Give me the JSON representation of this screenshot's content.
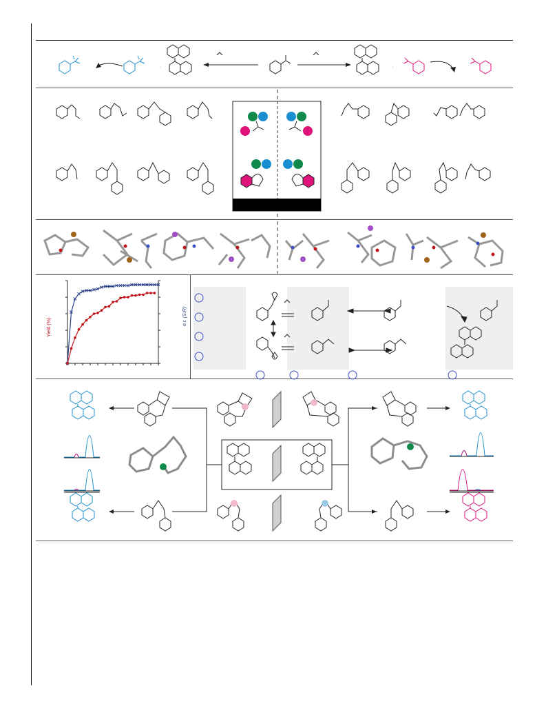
{
  "figure": {
    "axis_labels": {
      "left_y": "Yield (%)",
      "right_y": "e.r. (S:R)"
    }
  },
  "colors": {
    "blue": "#1a8fd0",
    "pink": "#e0137b",
    "green": "#0f8a4a",
    "dark_red": "#c0141c",
    "navy": "#2a3f8c",
    "grey_ball": "#9a9a9a",
    "bronze": "#a0651a",
    "purple": "#a54fc6",
    "black_bar": "#000000",
    "panel_grey": "#efefef"
  },
  "chart_data": {
    "type": "line",
    "title": "",
    "xlabel": "",
    "ylabel": "Yield (%)",
    "y2label": "e.r. (S:R)",
    "series": [
      {
        "values": [
          [
            0,
            0
          ],
          [
            1,
            62
          ],
          [
            2,
            78
          ],
          [
            3,
            84
          ],
          [
            4,
            87
          ],
          [
            5,
            88
          ],
          [
            6,
            88
          ],
          [
            7,
            89
          ],
          [
            8,
            90
          ],
          [
            9,
            92
          ],
          [
            10,
            93
          ],
          [
            11,
            93
          ],
          [
            12,
            93
          ],
          [
            13,
            94
          ],
          [
            14,
            94
          ],
          [
            15,
            94
          ],
          [
            16,
            94
          ],
          [
            17,
            95
          ],
          [
            18,
            95
          ],
          [
            19,
            95
          ],
          [
            20,
            95
          ],
          [
            21,
            95
          ],
          [
            22,
            95
          ],
          [
            23,
            95
          ],
          [
            24,
            95
          ]
        ]
      },
      {
        "values": [
          [
            0,
            0
          ],
          [
            1,
            18
          ],
          [
            2,
            31
          ],
          [
            3,
            41
          ],
          [
            4,
            47
          ],
          [
            5,
            52
          ],
          [
            6,
            56
          ],
          [
            7,
            60
          ],
          [
            8,
            61
          ],
          [
            9,
            64
          ],
          [
            10,
            68
          ],
          [
            11,
            69
          ],
          [
            12,
            74
          ],
          [
            13,
            75
          ],
          [
            14,
            79
          ],
          [
            15,
            80
          ],
          [
            16,
            80
          ],
          [
            17,
            82
          ],
          [
            18,
            82
          ],
          [
            19,
            83
          ],
          [
            20,
            83
          ],
          [
            21,
            85
          ],
          [
            22,
            85
          ],
          [
            23,
            85
          ]
        ]
      }
    ],
    "grid": false
  }
}
